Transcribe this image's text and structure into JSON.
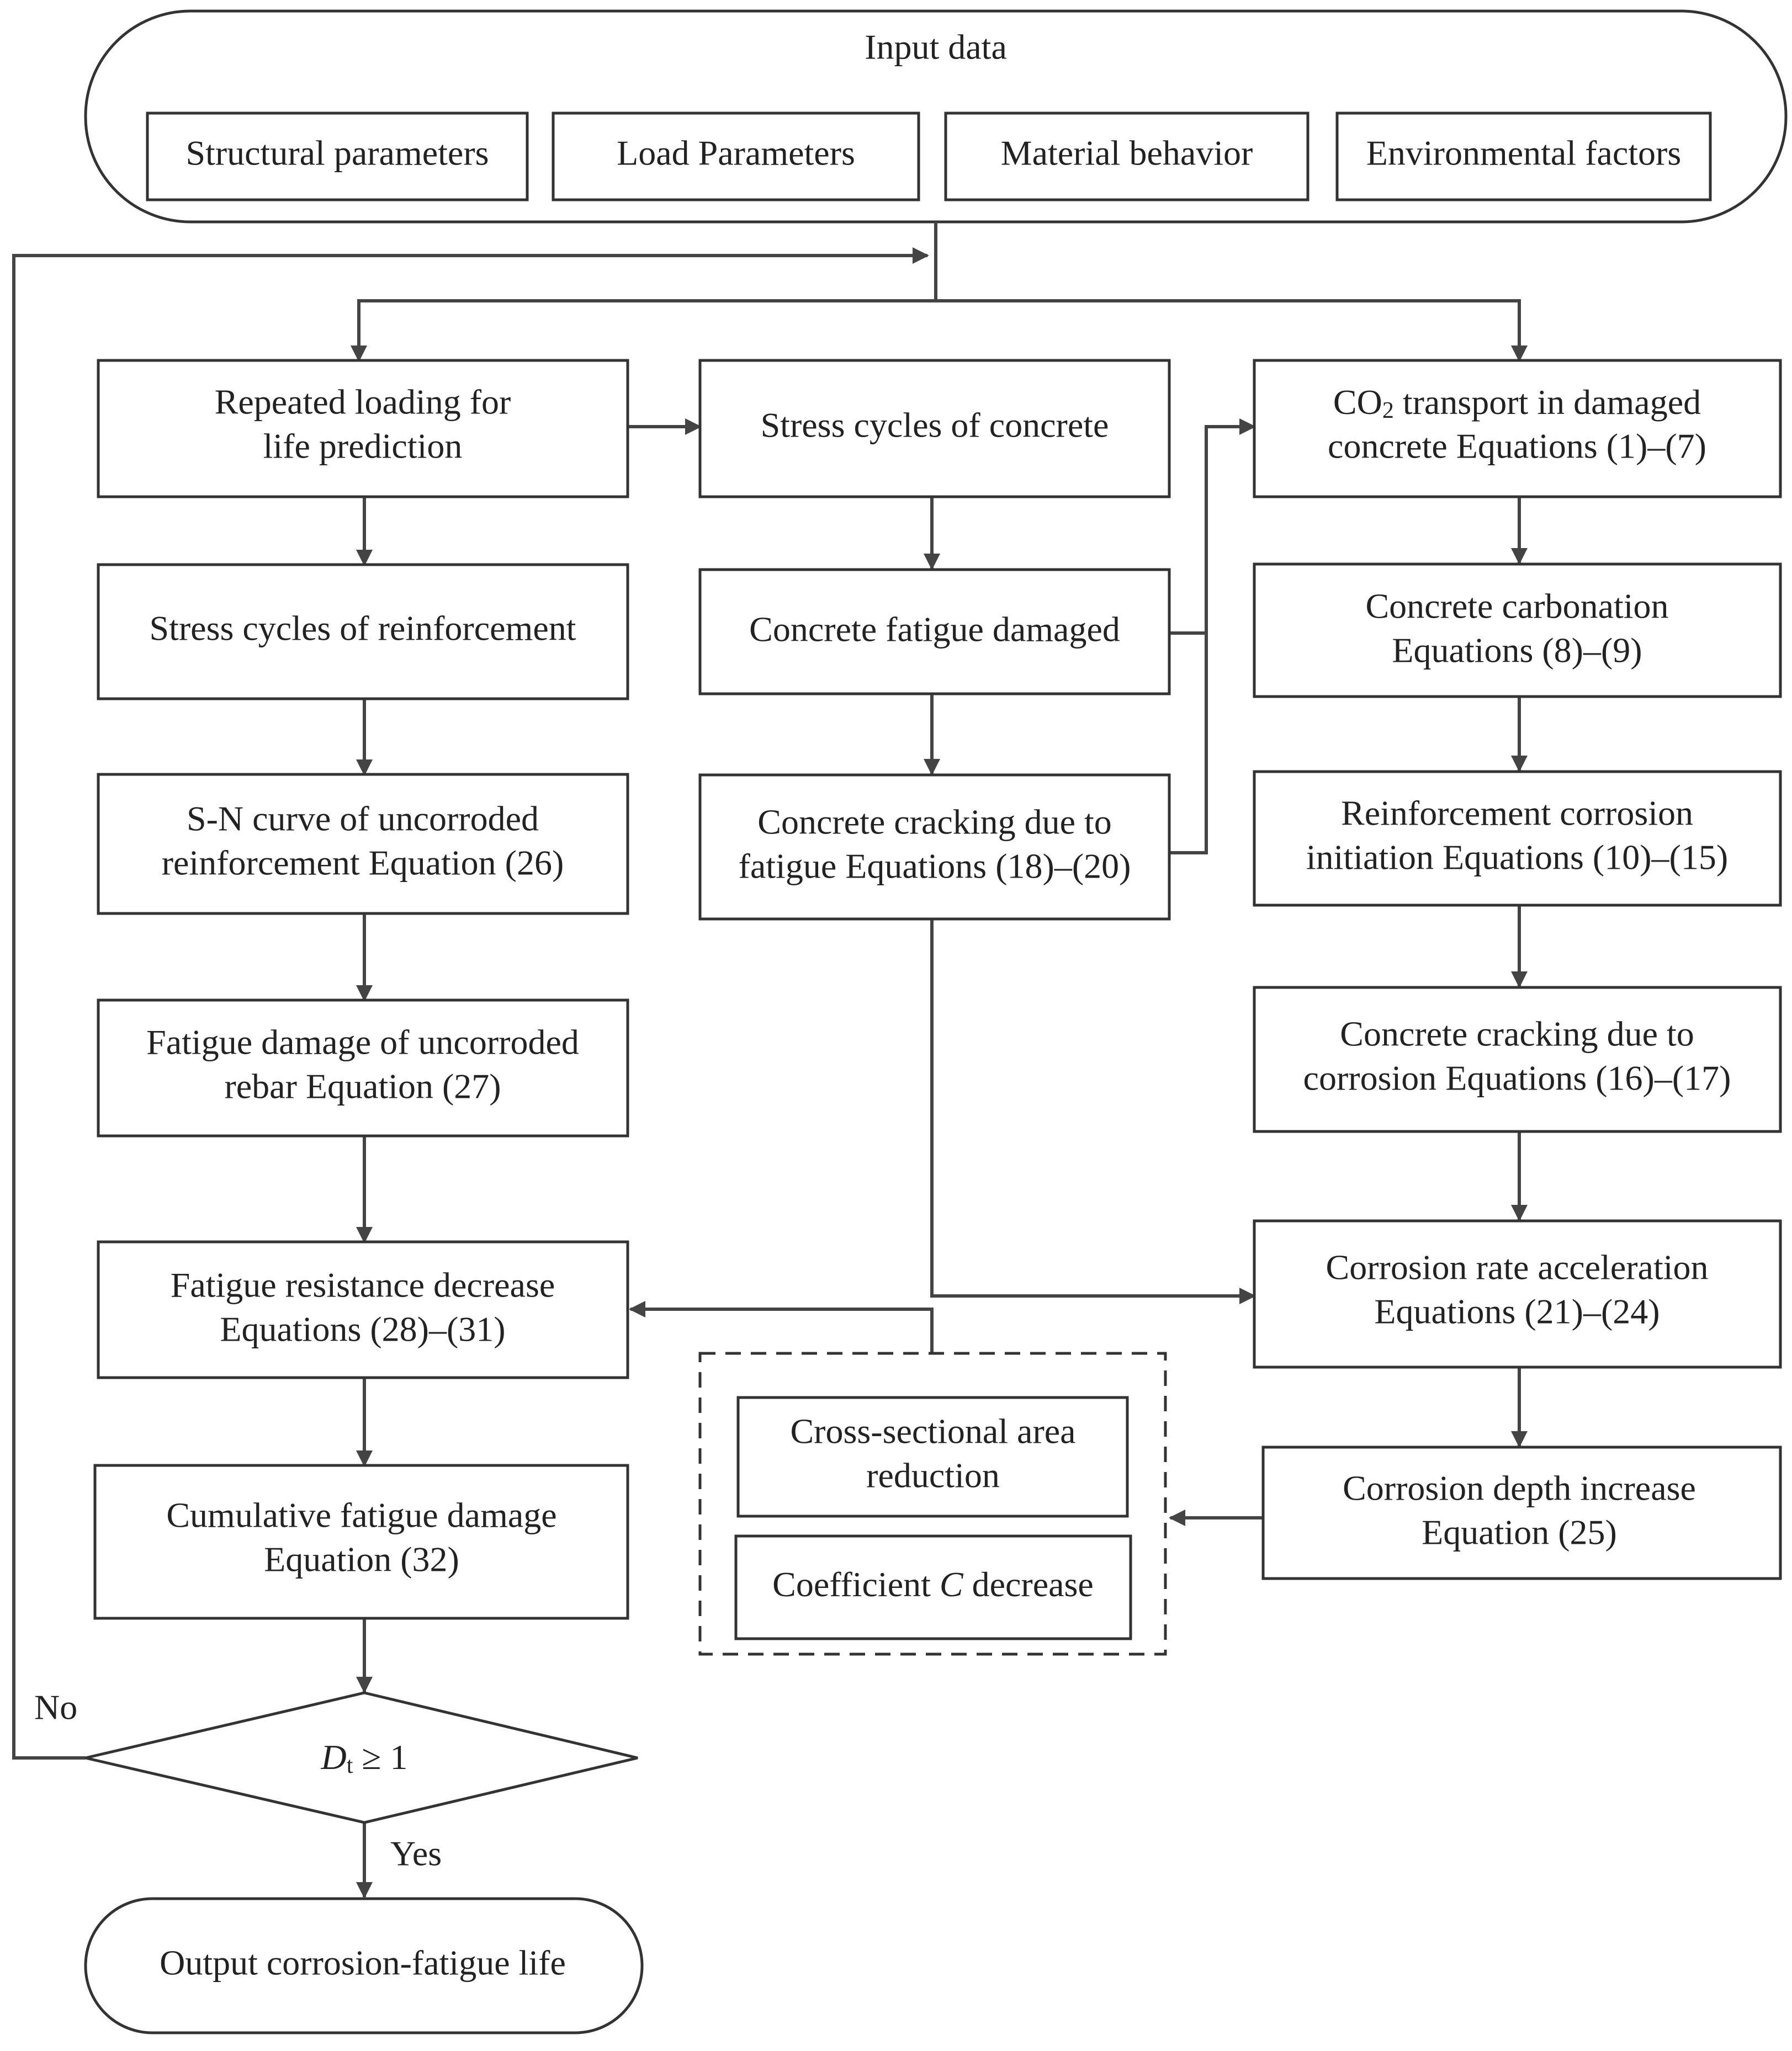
{
  "input": {
    "title": "Input data",
    "items": [
      "Structural parameters",
      "Load Parameters",
      "Material behavior",
      "Environmental factors"
    ]
  },
  "left": {
    "repeated_loading": [
      "Repeated loading for",
      "life prediction"
    ],
    "stress_reinforcement": "Stress cycles of reinforcement",
    "sn_curve": [
      "S-N curve of uncorroded",
      "reinforcement Equation (26)"
    ],
    "fatigue_damage": [
      "Fatigue damage of uncorroded",
      "rebar Equation (27)"
    ],
    "resistance_decrease": [
      "Fatigue resistance decrease",
      "Equations (28)–(31)"
    ],
    "cumulative": [
      "Cumulative fatigue damage",
      "Equation (32)"
    ]
  },
  "middle": {
    "stress_concrete": "Stress cycles of concrete",
    "fatigue_damaged": "Concrete fatigue damaged",
    "cracking_fatigue": [
      "Concrete cracking due to",
      "fatigue Equations (18)–(20)"
    ],
    "cross_section": [
      "Cross-sectional area",
      "reduction"
    ],
    "coefficient": {
      "prefix": "Coefficient ",
      "symbol": "C",
      "suffix": " decrease"
    }
  },
  "right": {
    "co2": {
      "co": "CO",
      "sub": "2",
      "rest": " transport in damaged",
      "line2": "concrete Equations (1)–(7)"
    },
    "carbonation": [
      "Concrete carbonation",
      "Equations (8)–(9)"
    ],
    "initiation": [
      "Reinforcement corrosion",
      "initiation Equations (10)–(15)"
    ],
    "cracking_corrosion": [
      "Concrete cracking due to",
      "corrosion Equations (16)–(17)"
    ],
    "rate_acceleration": [
      "Corrosion rate acceleration",
      "Equations (21)–(24)"
    ],
    "depth_increase": [
      "Corrosion depth increase",
      "Equation (25)"
    ]
  },
  "decision": {
    "d": "D",
    "sub": "t",
    "rest": " ≥ 1",
    "no": "No",
    "yes": "Yes"
  },
  "output": "Output corrosion-fatigue life"
}
